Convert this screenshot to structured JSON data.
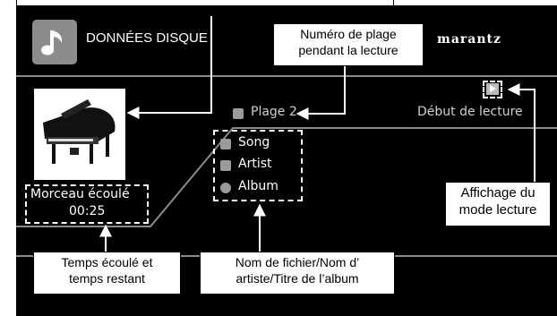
{
  "header": {
    "title": "DONNÉES DISQUE",
    "brand": "marantz"
  },
  "playback": {
    "track": "Plage 2",
    "mode_text": "Début de lecture",
    "elapsed_label": "Morceau écoulé",
    "elapsed_time": "00:25"
  },
  "metadata": {
    "song": "Song",
    "artist": "Artist",
    "album": "Album"
  },
  "callouts": {
    "track_number": [
      "Numéro de plage",
      "pendant la lecture"
    ],
    "play_mode": [
      "Affichage du",
      "mode lecture"
    ],
    "time": [
      "Temps écoulé et",
      "temps restant"
    ],
    "names": [
      "Nom de fichier/Nom d’",
      "artiste/Titre de l’album"
    ]
  },
  "icons": {
    "header": "music-note-icon",
    "album_art": "grand-piano-image",
    "track": "track-icon",
    "mode": "play-mode-icon",
    "song": "song-icon",
    "artist": "artist-icon",
    "album": "album-icon"
  },
  "colors": {
    "screen_bg": "#000000",
    "text": "#ffffff",
    "separator": "#8a8a8a",
    "icon_grey": "#9a9a9a"
  }
}
